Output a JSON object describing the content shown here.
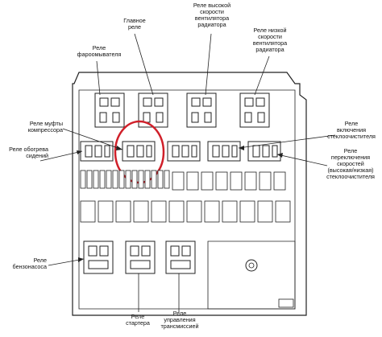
{
  "labels": {
    "headlamp_washer_relay": "Реле\nфароомывателя",
    "main_relay": "Главное\nреле",
    "fan_high_relay": "Реле высокой\nскорости\nвентилятора\nрадиатора",
    "fan_low_relay": "Реле низкой\nскорости\nвентилятора\nрадиатора",
    "compressor_clutch_relay": "Реле муфты\nкомпрессора",
    "seat_heater_relay": "Реле обогрева\nсидений",
    "wiper_on_relay": "Реле\nвключения\nстеклоочистителя",
    "wiper_speed_relay": "Реле\nпереключения\nскоростей\n(высокая/низкая)\nстеклоочистителя",
    "fuel_pump_relay": "Реле\nбензонасоса",
    "starter_relay": "Реле\nстартера",
    "transmission_relay": "Реле\nуправления\nтрансмиссией"
  },
  "highlight_color": "#d0202a",
  "line_color": "#222222"
}
